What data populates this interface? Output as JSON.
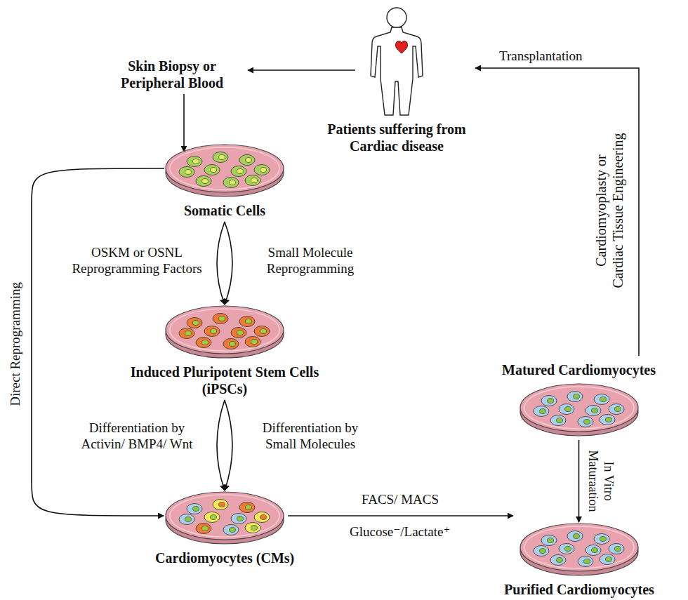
{
  "diagram": {
    "nodes": [
      {
        "text": [
          "Patients suffering from Cardiac disease"
        ]
      },
      {
        "text": [
          "Skin Biopsy or Peripheral Blood"
        ]
      },
      {
        "text": [
          "Somatic Cells"
        ]
      },
      {
        "text": [
          "Induced Pluripotent Stem Cells (iPSCs)"
        ]
      },
      {
        "text": [
          "Cardiomyocytes (CMs)"
        ]
      },
      {
        "text": [
          "Purified Cardiomyocytes"
        ]
      },
      {
        "text": [
          "Matured Cardiomyocytes"
        ]
      }
    ],
    "edges": [
      {
        "from": 0,
        "to": 1,
        "arrow": "to"
      },
      {
        "from": 1,
        "to": 2,
        "arrow": "to"
      },
      {
        "from": 2,
        "to": 3,
        "label": "OSKM or OSNL Reprogramming Factors",
        "arrow": "to"
      },
      {
        "from": 2,
        "to": 3,
        "label": "Small Molecule Reprogramming",
        "arrow": "to"
      },
      {
        "from": 3,
        "to": 4,
        "label": "Differentiation by Activin/ BMP4/ Wnt",
        "arrow": "to"
      },
      {
        "from": 3,
        "to": 4,
        "label": "Differentiation by Small Molecules",
        "arrow": "to"
      },
      {
        "from": 2,
        "to": 4,
        "label": "Direct Reprogramming",
        "arrow": "to"
      },
      {
        "from": 4,
        "to": 5,
        "label": "FACS/ MACS",
        "arrow": "to"
      },
      {
        "from": 6,
        "to": 5,
        "label": "In Vitro Maturaation",
        "arrow": "to"
      },
      {
        "from": 6,
        "to": 0,
        "label": "Cardiomyoplasty or Cardiac Tissue Engineering",
        "arrow": "to"
      }
    ],
    "labels": [
      "Transplantation",
      "Glucose⁻/Lactate⁺"
    ]
  }
}
